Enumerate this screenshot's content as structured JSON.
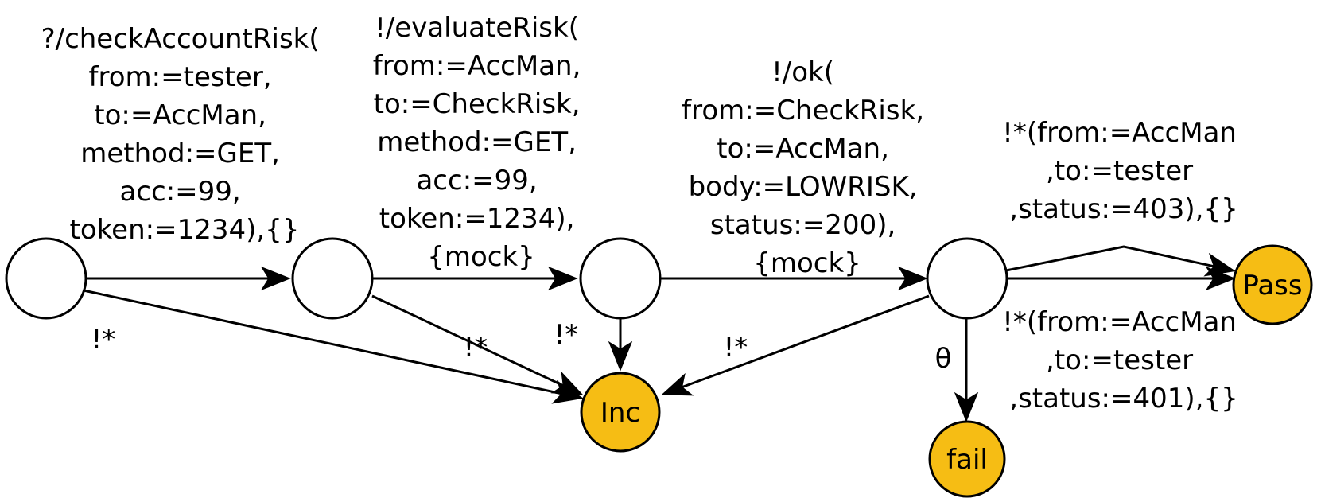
{
  "states": {
    "s4": "Pass",
    "inc": "Inc",
    "fail": "fail"
  },
  "edges": {
    "e1": [
      "?/checkAccountRisk(",
      "from:=tester,",
      "to:=AccMan,",
      "method:=GET,",
      "acc:=99,",
      "token:=1234),{}"
    ],
    "e2": [
      "!/evaluateRisk(",
      "from:=AccMan,",
      "to:=CheckRisk,",
      "method:=GET,",
      "acc:=99,",
      "token:=1234),",
      "{mock}"
    ],
    "e3": [
      "!/ok(",
      "from:=CheckRisk,",
      "to:=AccMan,",
      "body:=LOWRISK,",
      "status:=200),",
      "{mock}"
    ],
    "e4": [
      "!*(from:=AccMan",
      ",to:=tester",
      ",status:=403),{}"
    ],
    "e5": [
      "!*(from:=AccMan",
      ",to:=tester",
      ",status:=401),{}"
    ],
    "bang_s0": "!*",
    "bang_s1": "!*",
    "bang_s2": "!*",
    "bang_s3": "!*",
    "theta": "θ"
  },
  "colors": {
    "final_fill": "#f6bd14",
    "stroke": "#000000"
  }
}
